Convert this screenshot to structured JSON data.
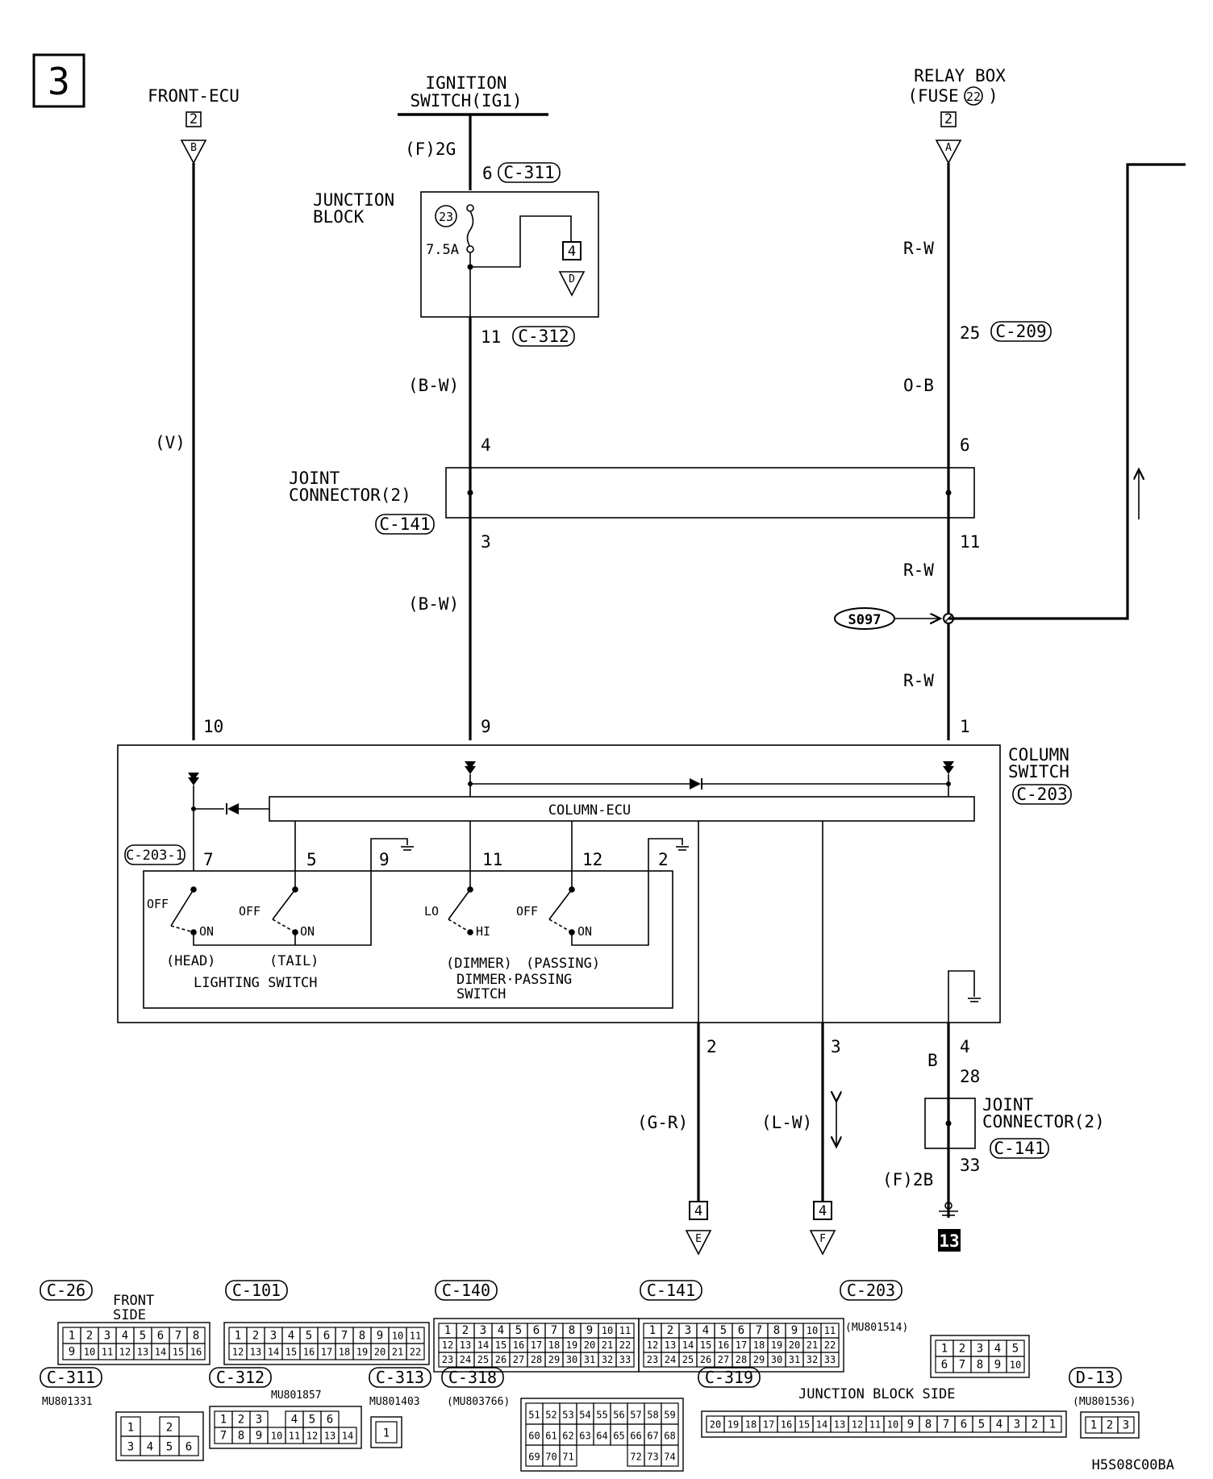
{
  "diagram_number": "3",
  "sources": {
    "front_ecu": {
      "name": "FRONT-ECU",
      "conn_box": "2",
      "conn_letter": "B"
    },
    "ignition": {
      "name_line1": "IGNITION",
      "name_line2": "SWITCH(IG1)",
      "wire_color": "(F)2G",
      "pin": "6",
      "connector": "C-311"
    },
    "relay_box": {
      "name_line1": "RELAY BOX",
      "name_line2_prefix": "(FUSE",
      "fuse_no": "22",
      "name_line2_suffix": ")",
      "conn_box": "2",
      "conn_letter": "A"
    }
  },
  "junction_block": {
    "label_line1": "JUNCTION",
    "label_line2": "BLOCK",
    "fuse_no": "23",
    "fuse_rating": "7.5A",
    "out_box": "4",
    "out_letter": "D",
    "out_pin": "11",
    "out_connector": "C-312"
  },
  "wires": {
    "left": "(V)",
    "center_upper": "(B-W)",
    "center_lower": "(B-W)",
    "right_top": "R-W",
    "right_mid": "O-B",
    "right_r1": "R-W",
    "right_r2": "R-W",
    "out_g": "(G-R)",
    "out_l": "(L-W)",
    "out_b": "B",
    "ground": "(F)2B"
  },
  "pins": {
    "c209_pin": "25",
    "c209": "C-209",
    "jc_in_center": "4",
    "jc_in_right": "6",
    "jc_out_center": "3",
    "jc_out_right": "11",
    "splice": "S097",
    "cs_left": "10",
    "cs_center": "9",
    "cs_right": "1",
    "out2": "2",
    "out3": "3",
    "out4": "4",
    "jc2_in": "28",
    "jc2_out": "33"
  },
  "joint_connector": {
    "line1": "JOINT",
    "line2": "CONNECTOR(2)",
    "code": "C-141"
  },
  "joint_connector_b": {
    "line1": "JOINT",
    "line2": "CONNECTOR(2)",
    "code": "C-141"
  },
  "column_switch": {
    "line1": "COLUMN",
    "line2": "SWITCH",
    "code": "C-203",
    "ecu_label": "COLUMN-ECU",
    "sub_connector": "C-203-1",
    "pins": [
      "7",
      "5",
      "9",
      "11",
      "12",
      "2"
    ],
    "lighting": {
      "off": "OFF",
      "on": "ON",
      "off2": "OFF",
      "on2": "ON",
      "head": "(HEAD)",
      "tail": "(TAIL)",
      "title": "LIGHTING SWITCH"
    },
    "dimmer": {
      "lo": "LO",
      "hi": "HI",
      "off": "OFF",
      "on": "ON",
      "dim": "(DIMMER)",
      "pass": "(PASSING)",
      "title1": "DIMMER·PASSING",
      "title2": "SWITCH"
    }
  },
  "outputs": {
    "e": {
      "box": "4",
      "letter": "E"
    },
    "f": {
      "box": "4",
      "letter": "F"
    },
    "ground_ref": "13"
  },
  "connector_views": [
    {
      "code": "C-26",
      "note1": "FRONT",
      "note2": "SIDE",
      "row1": [
        "1",
        "2",
        "3",
        "4",
        "5",
        "6",
        "7",
        "8"
      ],
      "row2": [
        "9",
        "10",
        "11",
        "12",
        "13",
        "14",
        "15",
        "16"
      ]
    },
    {
      "code": "C-101",
      "row1": [
        "1",
        "2",
        "3",
        "4",
        "5",
        "6",
        "7",
        "8",
        "9",
        "10",
        "11"
      ],
      "row2": [
        "12",
        "13",
        "14",
        "15",
        "16",
        "17",
        "18",
        "19",
        "20",
        "21",
        "22"
      ]
    },
    {
      "code": "C-140",
      "row1": [
        "1",
        "2",
        "3",
        "4",
        "5",
        "6",
        "7",
        "8",
        "9",
        "10",
        "11"
      ],
      "row2": [
        "12",
        "13",
        "14",
        "15",
        "16",
        "17",
        "18",
        "19",
        "20",
        "21",
        "22"
      ],
      "row3": [
        "23",
        "24",
        "25",
        "26",
        "27",
        "28",
        "29",
        "30",
        "31",
        "32",
        "33"
      ]
    },
    {
      "code": "C-141",
      "row1": [
        "1",
        "2",
        "3",
        "4",
        "5",
        "6",
        "7",
        "8",
        "9",
        "10",
        "11"
      ],
      "row2": [
        "12",
        "13",
        "14",
        "15",
        "16",
        "17",
        "18",
        "19",
        "20",
        "21",
        "22"
      ],
      "row3": [
        "23",
        "24",
        "25",
        "26",
        "27",
        "28",
        "29",
        "30",
        "31",
        "32",
        "33"
      ]
    },
    {
      "code": "C-203",
      "part": "(MU801514)",
      "row1": [
        "1",
        "2",
        "3",
        "4",
        "5"
      ],
      "row2": [
        "6",
        "7",
        "8",
        "9",
        "10"
      ]
    },
    {
      "code": "C-311",
      "part": "MU801331",
      "row1": [
        "1",
        "",
        "2"
      ],
      "row2": [
        "3",
        "4",
        "5",
        "6"
      ]
    },
    {
      "code": "C-312",
      "part": "MU801857",
      "row1": [
        "1",
        "2",
        "3",
        "",
        "4",
        "5",
        "6"
      ],
      "row2": [
        "7",
        "8",
        "9",
        "10",
        "11",
        "12",
        "13",
        "14"
      ]
    },
    {
      "code": "C-313",
      "part": "MU801403",
      "row1": [
        "1"
      ]
    },
    {
      "code": "C-318",
      "part": "(MU803766)",
      "row1": [
        "51",
        "52",
        "53",
        "54",
        "55",
        "56",
        "57",
        "58",
        "59"
      ],
      "row2": [
        "60",
        "61",
        "62",
        "63",
        "64",
        "65",
        "66",
        "67",
        "68"
      ],
      "row3": [
        "69",
        "70",
        "71",
        "",
        "",
        "",
        "72",
        "73",
        "74"
      ]
    },
    {
      "code": "C-319",
      "note": "JUNCTION BLOCK SIDE",
      "row1": [
        "20",
        "19",
        "18",
        "17",
        "16",
        "15",
        "14",
        "13",
        "12",
        "11",
        "10",
        "9",
        "8",
        "7",
        "6",
        "5",
        "4",
        "3",
        "2",
        "1"
      ]
    },
    {
      "code": "D-13",
      "part": "(MU801536)",
      "row1": [
        "1",
        "2",
        "3"
      ]
    }
  ],
  "figure_code": "H5S08C00BA"
}
